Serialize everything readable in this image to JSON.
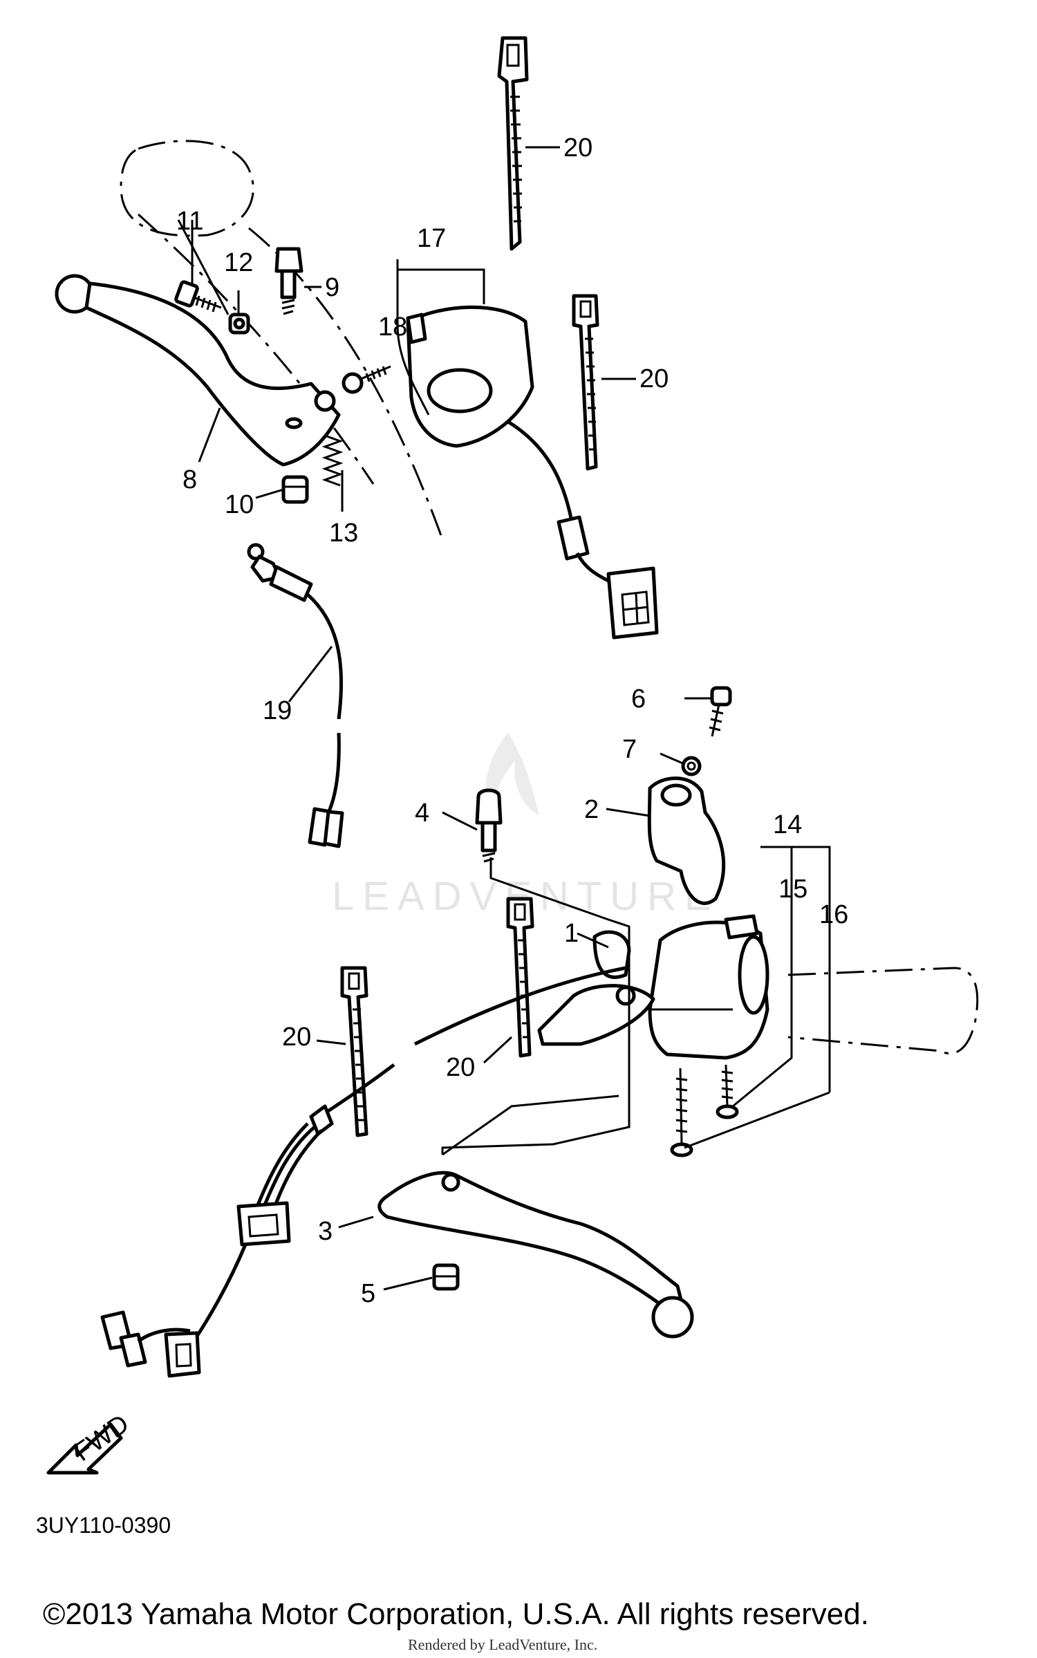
{
  "diagram": {
    "watermark": "LEADVENTURE",
    "fwd_arrow_label": "FWD",
    "diagram_code": "3UY110-0390",
    "copyright": "©2013 Yamaha Motor Corporation, U.S.A. All rights reserved.",
    "rendered_by": "Rendered by LeadVenture, Inc."
  },
  "callouts": [
    {
      "id": "c1",
      "label": "1"
    },
    {
      "id": "c2",
      "label": "2"
    },
    {
      "id": "c3",
      "label": "3"
    },
    {
      "id": "c4",
      "label": "4"
    },
    {
      "id": "c5",
      "label": "5"
    },
    {
      "id": "c6",
      "label": "6"
    },
    {
      "id": "c7",
      "label": "7"
    },
    {
      "id": "c8",
      "label": "8"
    },
    {
      "id": "c9",
      "label": "9"
    },
    {
      "id": "c10",
      "label": "10"
    },
    {
      "id": "c11",
      "label": "11"
    },
    {
      "id": "c12",
      "label": "12"
    },
    {
      "id": "c13",
      "label": "13"
    },
    {
      "id": "c14",
      "label": "14"
    },
    {
      "id": "c15",
      "label": "15"
    },
    {
      "id": "c16",
      "label": "16"
    },
    {
      "id": "c17",
      "label": "17"
    },
    {
      "id": "c18",
      "label": "18"
    },
    {
      "id": "c19",
      "label": "19"
    },
    {
      "id": "c20a",
      "label": "20"
    },
    {
      "id": "c20b",
      "label": "20"
    },
    {
      "id": "c20c",
      "label": "20"
    },
    {
      "id": "c20d",
      "label": "20"
    }
  ]
}
